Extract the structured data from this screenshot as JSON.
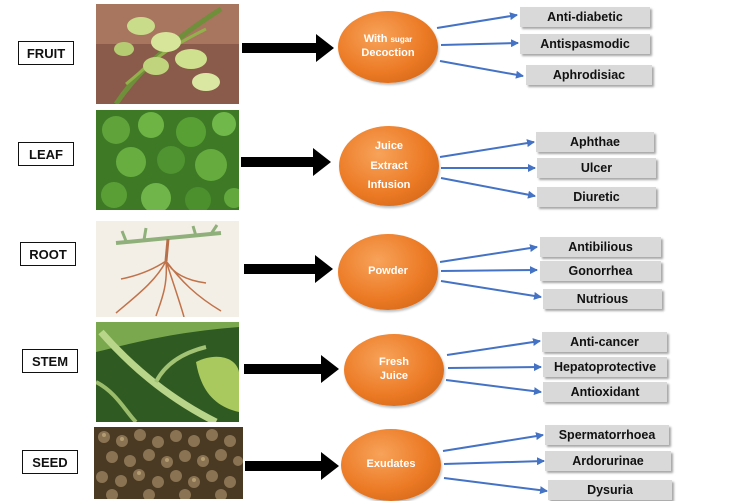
{
  "rows": [
    {
      "part": "FRUIT",
      "preparation": [
        {
          "text": "With ",
          "small": "sugar"
        },
        {
          "text": "Decoction"
        }
      ],
      "effects": [
        "Anti-diabetic",
        "Antispasmodic",
        "Aphrodisiac"
      ]
    },
    {
      "part": "LEAF",
      "preparation": [
        {
          "text": "Juice"
        },
        {
          "text": "Extract"
        },
        {
          "text": "Infusion"
        }
      ],
      "effects": [
        "Aphthae",
        "Ulcer",
        "Diuretic"
      ]
    },
    {
      "part": "ROOT",
      "preparation": [
        {
          "text": "Powder"
        }
      ],
      "effects": [
        "Antibilious",
        "Gonorrhea",
        "Nutrious"
      ]
    },
    {
      "part": "STEM",
      "preparation": [
        {
          "text": "Fresh"
        },
        {
          "text": "Juice"
        }
      ],
      "effects": [
        "Anti-cancer",
        "Hepatoprotective",
        "Antioxidant"
      ]
    },
    {
      "part": "SEED",
      "preparation": [
        {
          "text": "Exudates"
        }
      ],
      "effects": [
        "Spermatorrhoea",
        "Ardorurinae",
        "Dysuria"
      ]
    }
  ],
  "colors": {
    "oval": "#ec7a25",
    "effect_box": "#d9d9d9",
    "blue_arrow": "#4472c4",
    "black_arrow": "#000000"
  }
}
